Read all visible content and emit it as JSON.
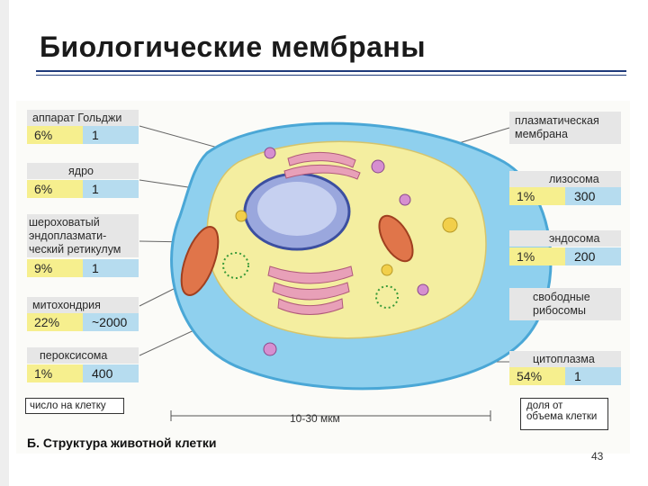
{
  "title": "Биологические мембраны",
  "page_number": "43",
  "caption": "Б. Структура животной клетки",
  "scale_label": "10-30 мкм",
  "legend": {
    "count_label": "число на клетку",
    "fraction_label": "доля от объема клетки"
  },
  "colors": {
    "percent_box": "#f6ef8e",
    "count_box": "#b6dcef",
    "title_rule": "#1f3a7a",
    "cytoplasm": "#7fc6ea",
    "nucleus": "#9aa7dd",
    "golgi": "#e8a0b8",
    "mitochondria": "#e0754a"
  },
  "left_labels": [
    {
      "name": "аппарат Гольджи",
      "percent": "6%",
      "count": "1"
    },
    {
      "name": "ядро",
      "percent": "6%",
      "count": "1"
    },
    {
      "name": "шероховатый эндоплазматический ретикулум",
      "percent": "9%",
      "count": "1"
    },
    {
      "name": "митохондрия",
      "percent": "22%",
      "count": "~2000"
    },
    {
      "name": "пероксисома",
      "percent": "1%",
      "count": "400"
    }
  ],
  "left_label_lines": {
    "er": [
      "шероховатый",
      "эндоплазмати-",
      "ческий ретикулум"
    ]
  },
  "right_labels": [
    {
      "name": "плазматическая мембрана",
      "lines": [
        "плазматическая",
        "мембрана"
      ]
    },
    {
      "name": "лизосома",
      "percent": "1%",
      "count": "300"
    },
    {
      "name": "эндосома",
      "percent": "1%",
      "count": "200"
    },
    {
      "name": "свободные рибосомы",
      "lines": [
        "свободные",
        "рибосомы"
      ]
    },
    {
      "name": "цитоплазма",
      "percent": "54%",
      "count": "1"
    }
  ],
  "legend_lines": [
    "доля от",
    "объема клетки"
  ]
}
